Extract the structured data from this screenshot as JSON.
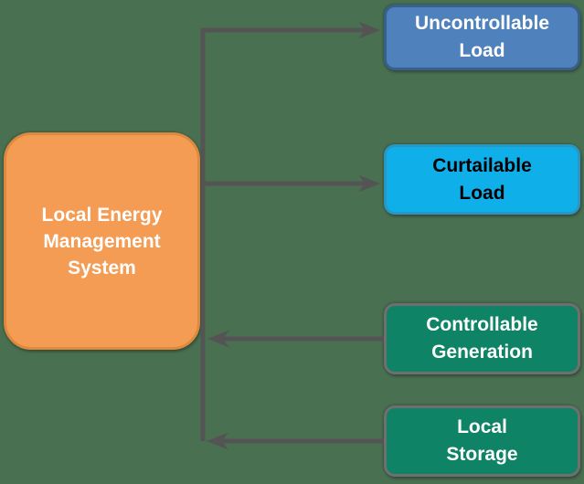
{
  "diagram": {
    "type": "hub-and-spoke block diagram",
    "background_color": "#4A7052",
    "connector_color": "#545454",
    "center_node": {
      "label": "Local Energy\nManagement\nSystem",
      "fill": "#F49C54",
      "border_color": "#DD8A3E",
      "text_color": "#FFFFFF"
    },
    "targets": [
      {
        "id": "uncontrollable-load",
        "label": "Uncontrollable\nLoad",
        "fill": "#4F81BD",
        "border_color": "#38608C",
        "text_color": "#FFFFFF",
        "arrow_direction": "center-to-target"
      },
      {
        "id": "curtailable-load",
        "label": "Curtailable\nLoad",
        "fill": "#0FAFEA",
        "border_color": "#2C96C2",
        "text_color": "#000000",
        "arrow_direction": "center-to-target"
      },
      {
        "id": "controllable-generation",
        "label": "Controllable\nGeneration",
        "fill": "#0E8365",
        "border_color": "#6F6F6F",
        "text_color": "#FFFFFF",
        "arrow_direction": "target-to-center"
      },
      {
        "id": "local-storage",
        "label": "Local\nStorage",
        "fill": "#0E8365",
        "border_color": "#6F6F6F",
        "text_color": "#FFFFFF",
        "arrow_direction": "target-to-center"
      }
    ]
  }
}
